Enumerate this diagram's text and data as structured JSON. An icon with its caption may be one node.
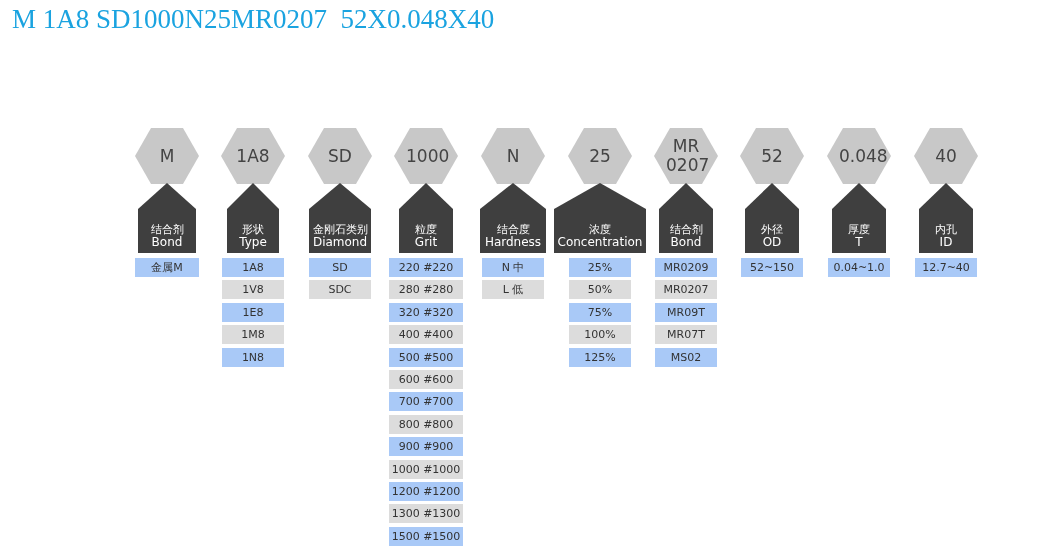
{
  "diagram": {
    "title": "M 1A8 SD1000N25MR0207  52X0.048X40",
    "nodes": [
      {
        "text": [
          "M"
        ]
      },
      {
        "text": [
          "结合剂",
          "Bond"
        ]
      },
      {
        "text": [
          "金属M"
        ]
      },
      {
        "text": [
          "1A8"
        ]
      },
      {
        "text": [
          "形状",
          "Type"
        ]
      },
      {
        "text": [
          "1A8"
        ]
      },
      {
        "text": [
          "1V8"
        ]
      },
      {
        "text": [
          "1E8"
        ]
      },
      {
        "text": [
          "1M8"
        ]
      },
      {
        "text": [
          "1N8"
        ]
      },
      {
        "text": [
          "SD"
        ]
      },
      {
        "text": [
          "金刚石类别",
          "Diamond"
        ]
      },
      {
        "text": [
          "SD"
        ]
      },
      {
        "text": [
          "SDC"
        ]
      },
      {
        "text": [
          "1000"
        ]
      },
      {
        "text": [
          "粒度",
          "Grit"
        ]
      },
      {
        "text": [
          "220 #220"
        ]
      },
      {
        "text": [
          "280 #280"
        ]
      },
      {
        "text": [
          "320 #320"
        ]
      },
      {
        "text": [
          "400 #400"
        ]
      },
      {
        "text": [
          "500 #500"
        ]
      },
      {
        "text": [
          "600 #600"
        ]
      },
      {
        "text": [
          "700 #700"
        ]
      },
      {
        "text": [
          "800 #800"
        ]
      },
      {
        "text": [
          "900 #900"
        ]
      },
      {
        "text": [
          "1000 #1000"
        ]
      },
      {
        "text": [
          "1200 #1200"
        ]
      },
      {
        "text": [
          "1300 #1300"
        ]
      },
      {
        "text": [
          "1500 #1500"
        ]
      },
      {
        "text": [
          "N"
        ]
      },
      {
        "text": [
          "结合度",
          "Hardness"
        ]
      },
      {
        "text": [
          "N 中"
        ]
      },
      {
        "text": [
          "L 低"
        ]
      },
      {
        "text": [
          "25"
        ]
      },
      {
        "text": [
          "浓度",
          "Concentration"
        ]
      },
      {
        "text": [
          "25%"
        ]
      },
      {
        "text": [
          "50%"
        ]
      },
      {
        "text": [
          "75%"
        ]
      },
      {
        "text": [
          "100%"
        ]
      },
      {
        "text": [
          "125%"
        ]
      },
      {
        "text": [
          "MR 0207"
        ]
      },
      {
        "text": [
          "结合剂",
          "Bond"
        ]
      },
      {
        "text": [
          "MR0209"
        ]
      },
      {
        "text": [
          "MR0207"
        ]
      },
      {
        "text": [
          "MR09T"
        ]
      },
      {
        "text": [
          "MR07T"
        ]
      },
      {
        "text": [
          "MS02"
        ]
      },
      {
        "text": [
          "52"
        ]
      },
      {
        "text": [
          "外径",
          "OD"
        ]
      },
      {
        "text": [
          "52~150"
        ]
      },
      {
        "text": [
          "0.048"
        ]
      },
      {
        "text": [
          "厚度",
          "T"
        ]
      },
      {
        "text": [
          "0.04~1.0"
        ]
      },
      {
        "text": [
          "40"
        ]
      },
      {
        "text": [
          "内孔",
          "ID"
        ]
      },
      {
        "text": [
          "12.7~40"
        ]
      }
    ],
    "edges": []
  }
}
